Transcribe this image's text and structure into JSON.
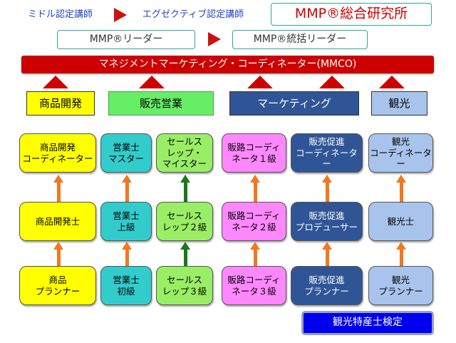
{
  "top": {
    "label1": "ミドル認定講師",
    "label2": "エグゼクティブ認定講師",
    "title": "MMP®総合研究所",
    "box1": "MMP®リーダー",
    "box2": "MMP®統括リーダー"
  },
  "banner": "マネジメントマーケティング・コーディネーター(MMCO)",
  "categories": [
    "商品開発",
    "販売営業",
    "マーケティング",
    "観光"
  ],
  "cards": {
    "r1": [
      "商品開発\nコーディネーター",
      "営業士\nマスター",
      "セールス\nレップ・\nマイスター",
      "販路コーディ\nネータ１級",
      "販売促進\nコーディネーター",
      "観光\nコーディネーター"
    ],
    "r2": [
      "商品開発士",
      "営業士\n上級",
      "セールス\nレップ２級",
      "販路コーディ\nネータ２級",
      "販売促進\nプロデューサー",
      "観光士"
    ],
    "r3": [
      "商品\nプランナー",
      "営業士\n初級",
      "セールス\nレップ３級",
      "販路コーディ\nネータ３級",
      "販売促進\nプランナー",
      "観光\nプランナー"
    ]
  },
  "footer": "観光特産士検定",
  "colors": {
    "banner": "#cc0000",
    "yellow": "#ffff00",
    "teal": "#33cccc",
    "green": "#99ee66",
    "pink": "#ff88ff",
    "navy": "#2f5597",
    "lightblue": "#a9c4ec",
    "arrow_orange": "#f07820",
    "arrow_green": "#1a7a1a"
  }
}
